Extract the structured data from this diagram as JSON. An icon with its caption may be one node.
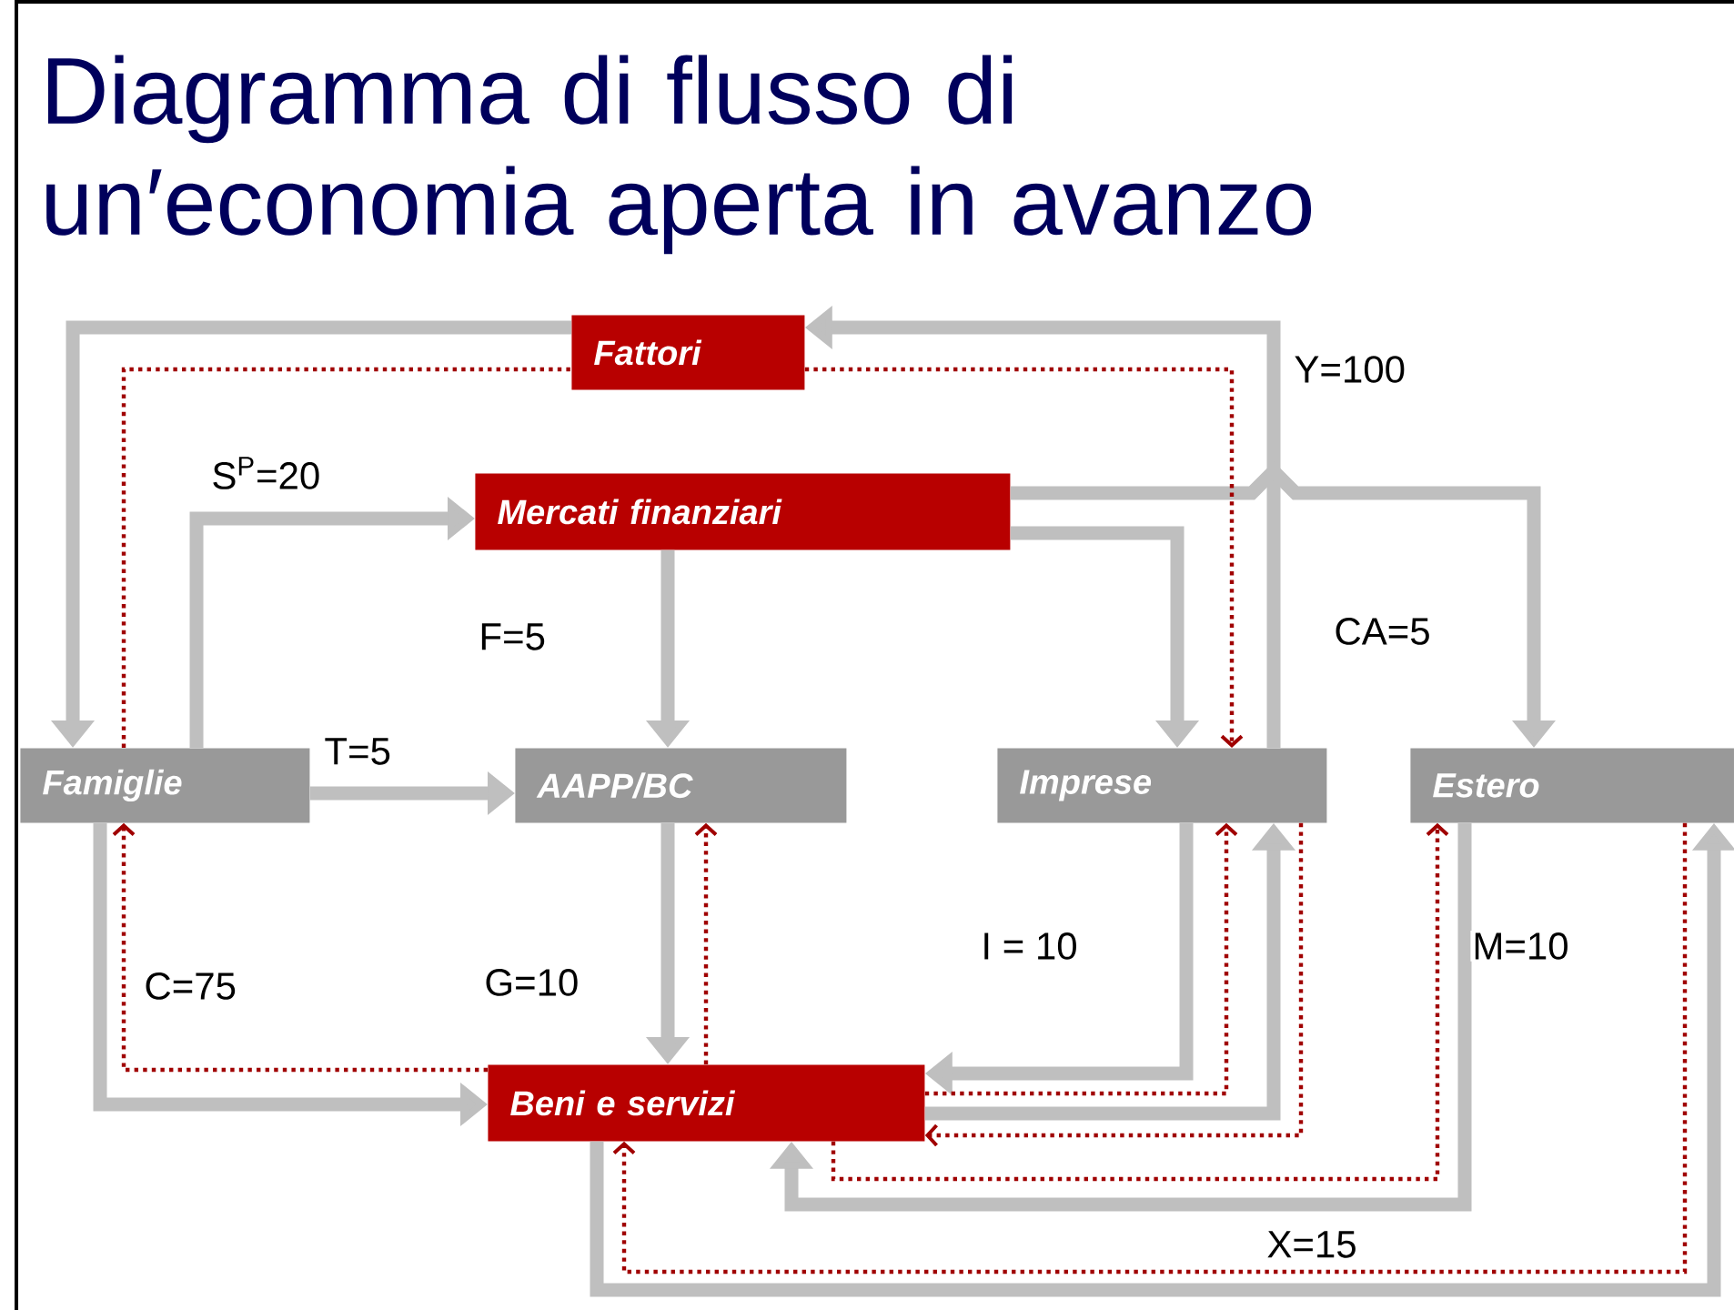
{
  "diagram": {
    "title": "Diagramma di flusso di un′economia aperta in avanzo",
    "nodes": [
      {
        "text": [
          "Fattori"
        ]
      },
      {
        "text": [
          "Mercati finanziari"
        ]
      },
      {
        "text": [
          "Famiglie"
        ]
      },
      {
        "text": [
          "AAPP/BC"
        ]
      },
      {
        "text": [
          "Imprese"
        ]
      },
      {
        "text": [
          "Estero"
        ]
      },
      {
        "text": [
          "Beni e servizi"
        ]
      }
    ],
    "edges": [
      {
        "from": 0,
        "to": 2,
        "arrow": "to"
      },
      {
        "from": 4,
        "to": 0,
        "arrow": "to",
        "label": "Y=100"
      },
      {
        "from": 2,
        "to": 1,
        "arrow": "to",
        "label": "S$^{P}$=20"
      },
      {
        "from": 1,
        "to": 3,
        "arrow": "to",
        "label": "F=5"
      },
      {
        "from": 1,
        "to": 4,
        "arrow": "to"
      },
      {
        "from": 1,
        "to": 5,
        "arrow": "to",
        "label": "CA=5"
      },
      {
        "from": 2,
        "to": 3,
        "arrow": "to",
        "label": "T=5"
      },
      {
        "from": 2,
        "to": 6,
        "arrow": "to",
        "label": "C=75"
      },
      {
        "from": 3,
        "to": 6,
        "arrow": "to",
        "label": "G=10"
      },
      {
        "from": 4,
        "to": 6,
        "arrow": "to",
        "label": "I = 10"
      },
      {
        "from": 6,
        "to": 4,
        "arrow": "to"
      },
      {
        "from": 5,
        "to": 6,
        "arrow": "to",
        "label": "M=10"
      },
      {
        "from": 6,
        "to": 5,
        "arrow": "to",
        "label": "X=15"
      },
      {
        "from": 2,
        "to": 0,
        "arrow": "none",
        "style": "dashed",
        "color": "#a00000"
      },
      {
        "from": 0,
        "to": 4,
        "arrow": "to",
        "style": "dashed",
        "color": "#a00000"
      },
      {
        "from": 6,
        "to": 2,
        "arrow": "to",
        "style": "dashed",
        "color": "#a00000"
      },
      {
        "from": 6,
        "to": 3,
        "arrow": "to",
        "style": "dashed",
        "color": "#a00000"
      },
      {
        "from": 6,
        "to": 4,
        "arrow": "to",
        "style": "dashed",
        "color": "#a00000"
      },
      {
        "from": 4,
        "to": 6,
        "arrow": "to",
        "style": "dashed",
        "color": "#a00000"
      },
      {
        "from": 6,
        "to": 5,
        "arrow": "to",
        "style": "dashed",
        "color": "#a00000"
      },
      {
        "from": 5,
        "to": 6,
        "arrow": "to",
        "style": "dashed",
        "color": "#a00000"
      }
    ]
  }
}
